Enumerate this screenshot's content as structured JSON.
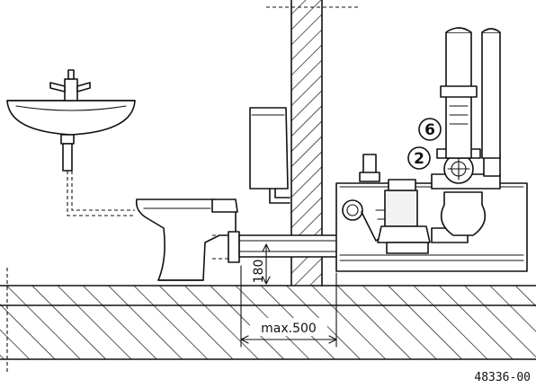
{
  "labels": {
    "callout_6": "6",
    "callout_2": "2",
    "dimension_height": "180",
    "dimension_length": "max.500",
    "drawing_number": "48336-00"
  }
}
